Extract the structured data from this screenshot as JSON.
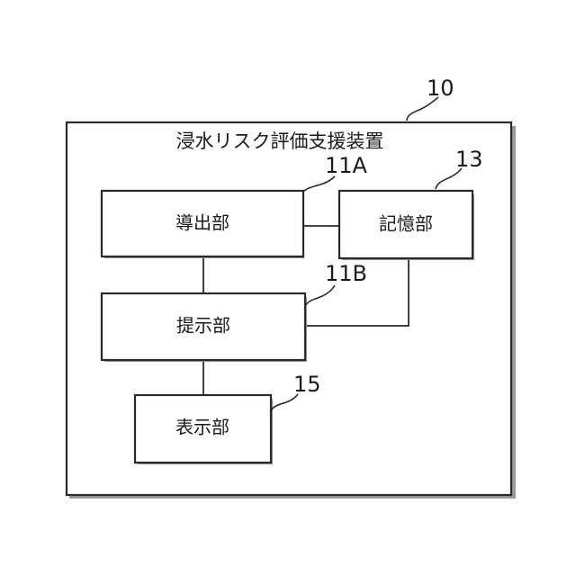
{
  "device": {
    "ref": "10",
    "title": "浸水リスク評価支援装置"
  },
  "blocks": {
    "derivation": {
      "ref": "11A",
      "label": "導出部"
    },
    "storage": {
      "ref": "13",
      "label": "記憶部"
    },
    "presentation": {
      "ref": "11B",
      "label": "提示部"
    },
    "display": {
      "ref": "15",
      "label": "表示部"
    }
  }
}
